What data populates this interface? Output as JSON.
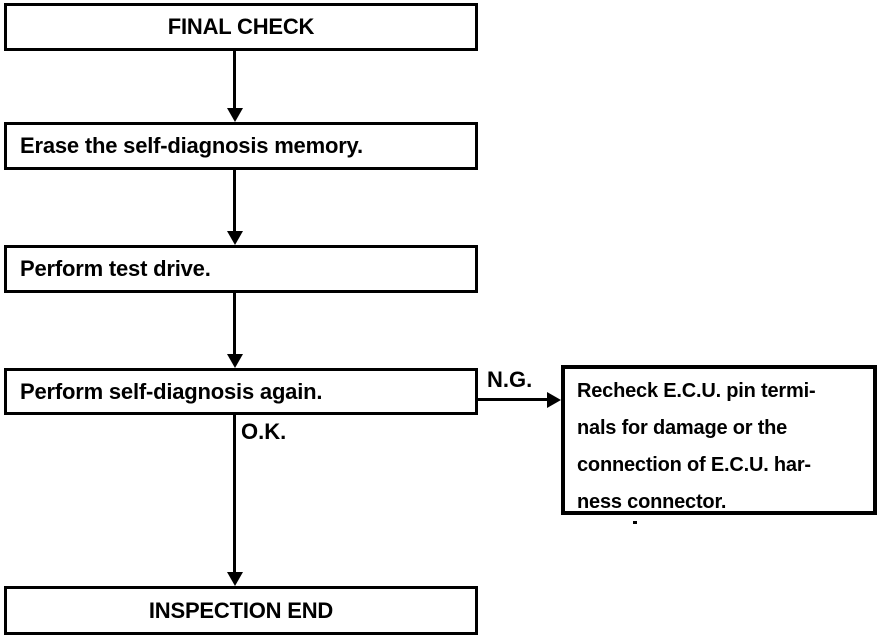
{
  "diagram": {
    "title": "FINAL CHECK",
    "steps": [
      "Erase the self-diagnosis memory.",
      "Perform test drive.",
      "Perform self-diagnosis again."
    ],
    "branch_labels": {
      "ng": "N.G.",
      "ok": "O.K."
    },
    "ng_action": {
      "lines": [
        "Recheck E.C.U. pin termi-",
        "nals for damage or the",
        "connection of E.C.U. har-",
        "ness connector."
      ]
    },
    "end": "INSPECTION END",
    "colors": {
      "ink": "#000000",
      "background": "#ffffff"
    }
  }
}
